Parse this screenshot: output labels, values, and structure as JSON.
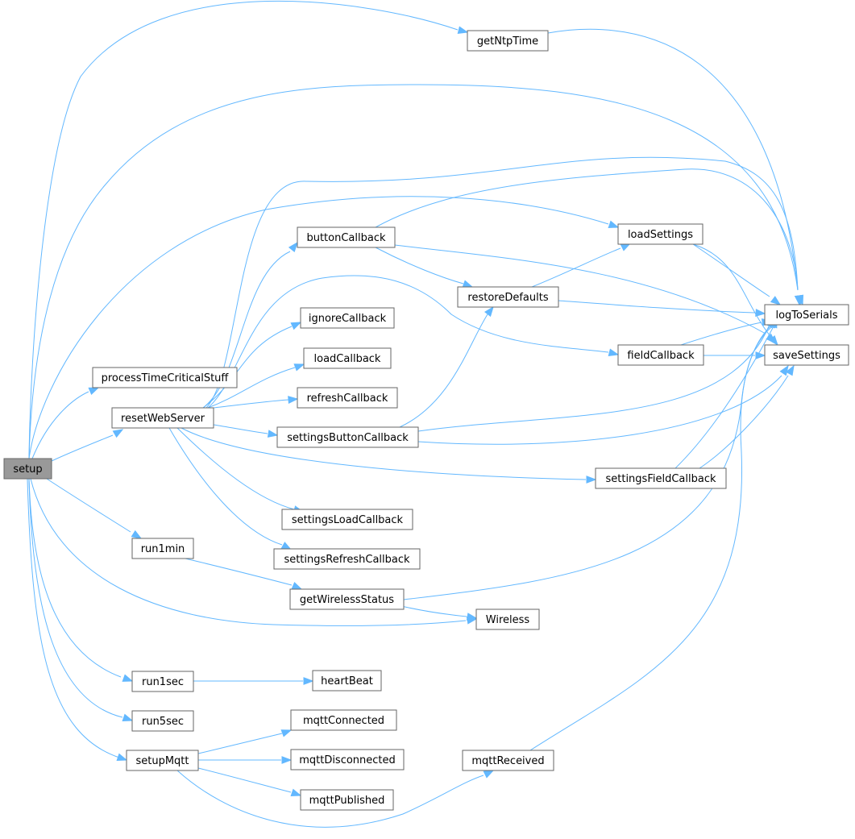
{
  "diagram": {
    "root": "setup",
    "colors": {
      "edge": "#63b8ff",
      "node_border": "#666666",
      "root_fill": "#999999",
      "node_fill": "#ffffff",
      "text": "#000000"
    },
    "nodes": [
      {
        "id": "setup",
        "label": "setup"
      },
      {
        "id": "getNtpTime",
        "label": "getNtpTime"
      },
      {
        "id": "logToSerials",
        "label": "logToSerials"
      },
      {
        "id": "loadSettings",
        "label": "loadSettings"
      },
      {
        "id": "saveSettings",
        "label": "saveSettings"
      },
      {
        "id": "processTimeCriticalStuff",
        "label": "processTimeCriticalStuff"
      },
      {
        "id": "resetWebServer",
        "label": "resetWebServer"
      },
      {
        "id": "buttonCallback",
        "label": "buttonCallback"
      },
      {
        "id": "restoreDefaults",
        "label": "restoreDefaults"
      },
      {
        "id": "ignoreCallback",
        "label": "ignoreCallback"
      },
      {
        "id": "fieldCallback",
        "label": "fieldCallback"
      },
      {
        "id": "loadCallback",
        "label": "loadCallback"
      },
      {
        "id": "refreshCallback",
        "label": "refreshCallback"
      },
      {
        "id": "settingsButtonCallback",
        "label": "settingsButtonCallback"
      },
      {
        "id": "settingsFieldCallback",
        "label": "settingsFieldCallback"
      },
      {
        "id": "settingsLoadCallback",
        "label": "settingsLoadCallback"
      },
      {
        "id": "settingsRefreshCallback",
        "label": "settingsRefreshCallback"
      },
      {
        "id": "run1min",
        "label": "run1min"
      },
      {
        "id": "getWirelessStatus",
        "label": "getWirelessStatus"
      },
      {
        "id": "Wireless",
        "label": "Wireless"
      },
      {
        "id": "run1sec",
        "label": "run1sec"
      },
      {
        "id": "heartBeat",
        "label": "heartBeat"
      },
      {
        "id": "run5sec",
        "label": "run5sec"
      },
      {
        "id": "setupMqtt",
        "label": "setupMqtt"
      },
      {
        "id": "mqttConnected",
        "label": "mqttConnected"
      },
      {
        "id": "mqttDisconnected",
        "label": "mqttDisconnected"
      },
      {
        "id": "mqttPublished",
        "label": "mqttPublished"
      },
      {
        "id": "mqttReceived",
        "label": "mqttReceived"
      }
    ],
    "edges": [
      [
        "setup",
        "getNtpTime"
      ],
      [
        "setup",
        "logToSerials"
      ],
      [
        "setup",
        "loadSettings"
      ],
      [
        "setup",
        "processTimeCriticalStuff"
      ],
      [
        "setup",
        "resetWebServer"
      ],
      [
        "setup",
        "run1min"
      ],
      [
        "setup",
        "Wireless"
      ],
      [
        "setup",
        "run1sec"
      ],
      [
        "setup",
        "run5sec"
      ],
      [
        "setup",
        "setupMqtt"
      ],
      [
        "getNtpTime",
        "logToSerials"
      ],
      [
        "loadSettings",
        "logToSerials"
      ],
      [
        "loadSettings",
        "saveSettings"
      ],
      [
        "resetWebServer",
        "buttonCallback"
      ],
      [
        "resetWebServer",
        "logToSerials"
      ],
      [
        "resetWebServer",
        "fieldCallback"
      ],
      [
        "resetWebServer",
        "ignoreCallback"
      ],
      [
        "resetWebServer",
        "loadCallback"
      ],
      [
        "resetWebServer",
        "refreshCallback"
      ],
      [
        "resetWebServer",
        "settingsButtonCallback"
      ],
      [
        "resetWebServer",
        "settingsFieldCallback"
      ],
      [
        "resetWebServer",
        "settingsLoadCallback"
      ],
      [
        "resetWebServer",
        "settingsRefreshCallback"
      ],
      [
        "buttonCallback",
        "logToSerials"
      ],
      [
        "buttonCallback",
        "restoreDefaults"
      ],
      [
        "buttonCallback",
        "saveSettings"
      ],
      [
        "restoreDefaults",
        "loadSettings"
      ],
      [
        "restoreDefaults",
        "logToSerials"
      ],
      [
        "fieldCallback",
        "logToSerials"
      ],
      [
        "fieldCallback",
        "saveSettings"
      ],
      [
        "settingsButtonCallback",
        "restoreDefaults"
      ],
      [
        "settingsButtonCallback",
        "logToSerials"
      ],
      [
        "settingsButtonCallback",
        "saveSettings"
      ],
      [
        "settingsFieldCallback",
        "logToSerials"
      ],
      [
        "settingsFieldCallback",
        "saveSettings"
      ],
      [
        "run1min",
        "getWirelessStatus"
      ],
      [
        "getWirelessStatus",
        "logToSerials"
      ],
      [
        "getWirelessStatus",
        "Wireless"
      ],
      [
        "run1sec",
        "heartBeat"
      ],
      [
        "setupMqtt",
        "mqttConnected"
      ],
      [
        "setupMqtt",
        "mqttDisconnected"
      ],
      [
        "setupMqtt",
        "mqttPublished"
      ],
      [
        "setupMqtt",
        "mqttReceived"
      ],
      [
        "mqttReceived",
        "logToSerials"
      ]
    ]
  }
}
